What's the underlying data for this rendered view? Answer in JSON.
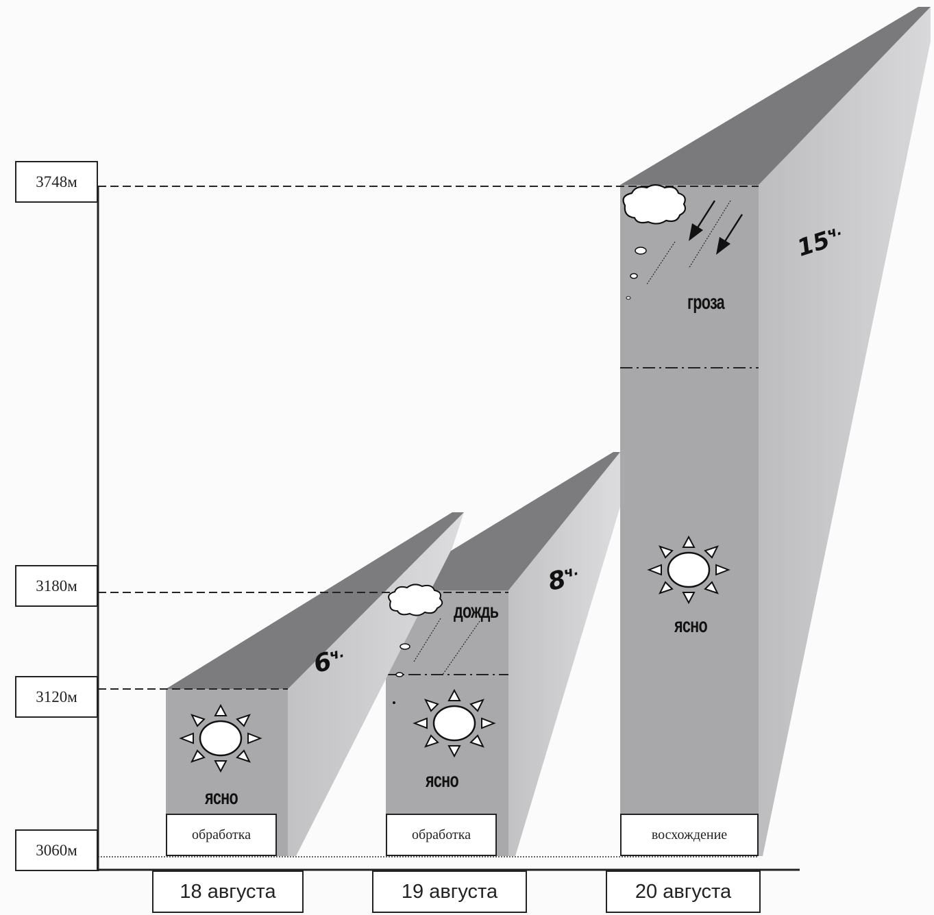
{
  "altitude_labels": {
    "a3748": "3748м",
    "a3180": "3180м",
    "a3120": "3120м",
    "a3060": "3060м"
  },
  "days": [
    {
      "date": "18 августа",
      "task": "обработка",
      "weather_low": "ясно",
      "duration": "6 ч.",
      "duration_num": "6",
      "duration_unit": "ч.",
      "max_altitude": "3120м"
    },
    {
      "date": "19 августа",
      "task": "обработка",
      "weather_low": "ясно",
      "weather_high": "дождь",
      "duration": "8 ч.",
      "duration_num": "8",
      "duration_unit": "ч.",
      "max_altitude": "3180м"
    },
    {
      "date": "20 августа",
      "task": "восхождение",
      "weather_low": "ясно",
      "weather_high": "гроза",
      "duration": "15 ч.",
      "duration_num": "15",
      "duration_unit": "ч.",
      "max_altitude": "3748м"
    }
  ],
  "colors": {
    "front_face": "#a9a9ab",
    "top_face": "#7c7c7e",
    "side_face": "#c8c8ca",
    "background": "#fbfbfc",
    "line": "#222222"
  }
}
